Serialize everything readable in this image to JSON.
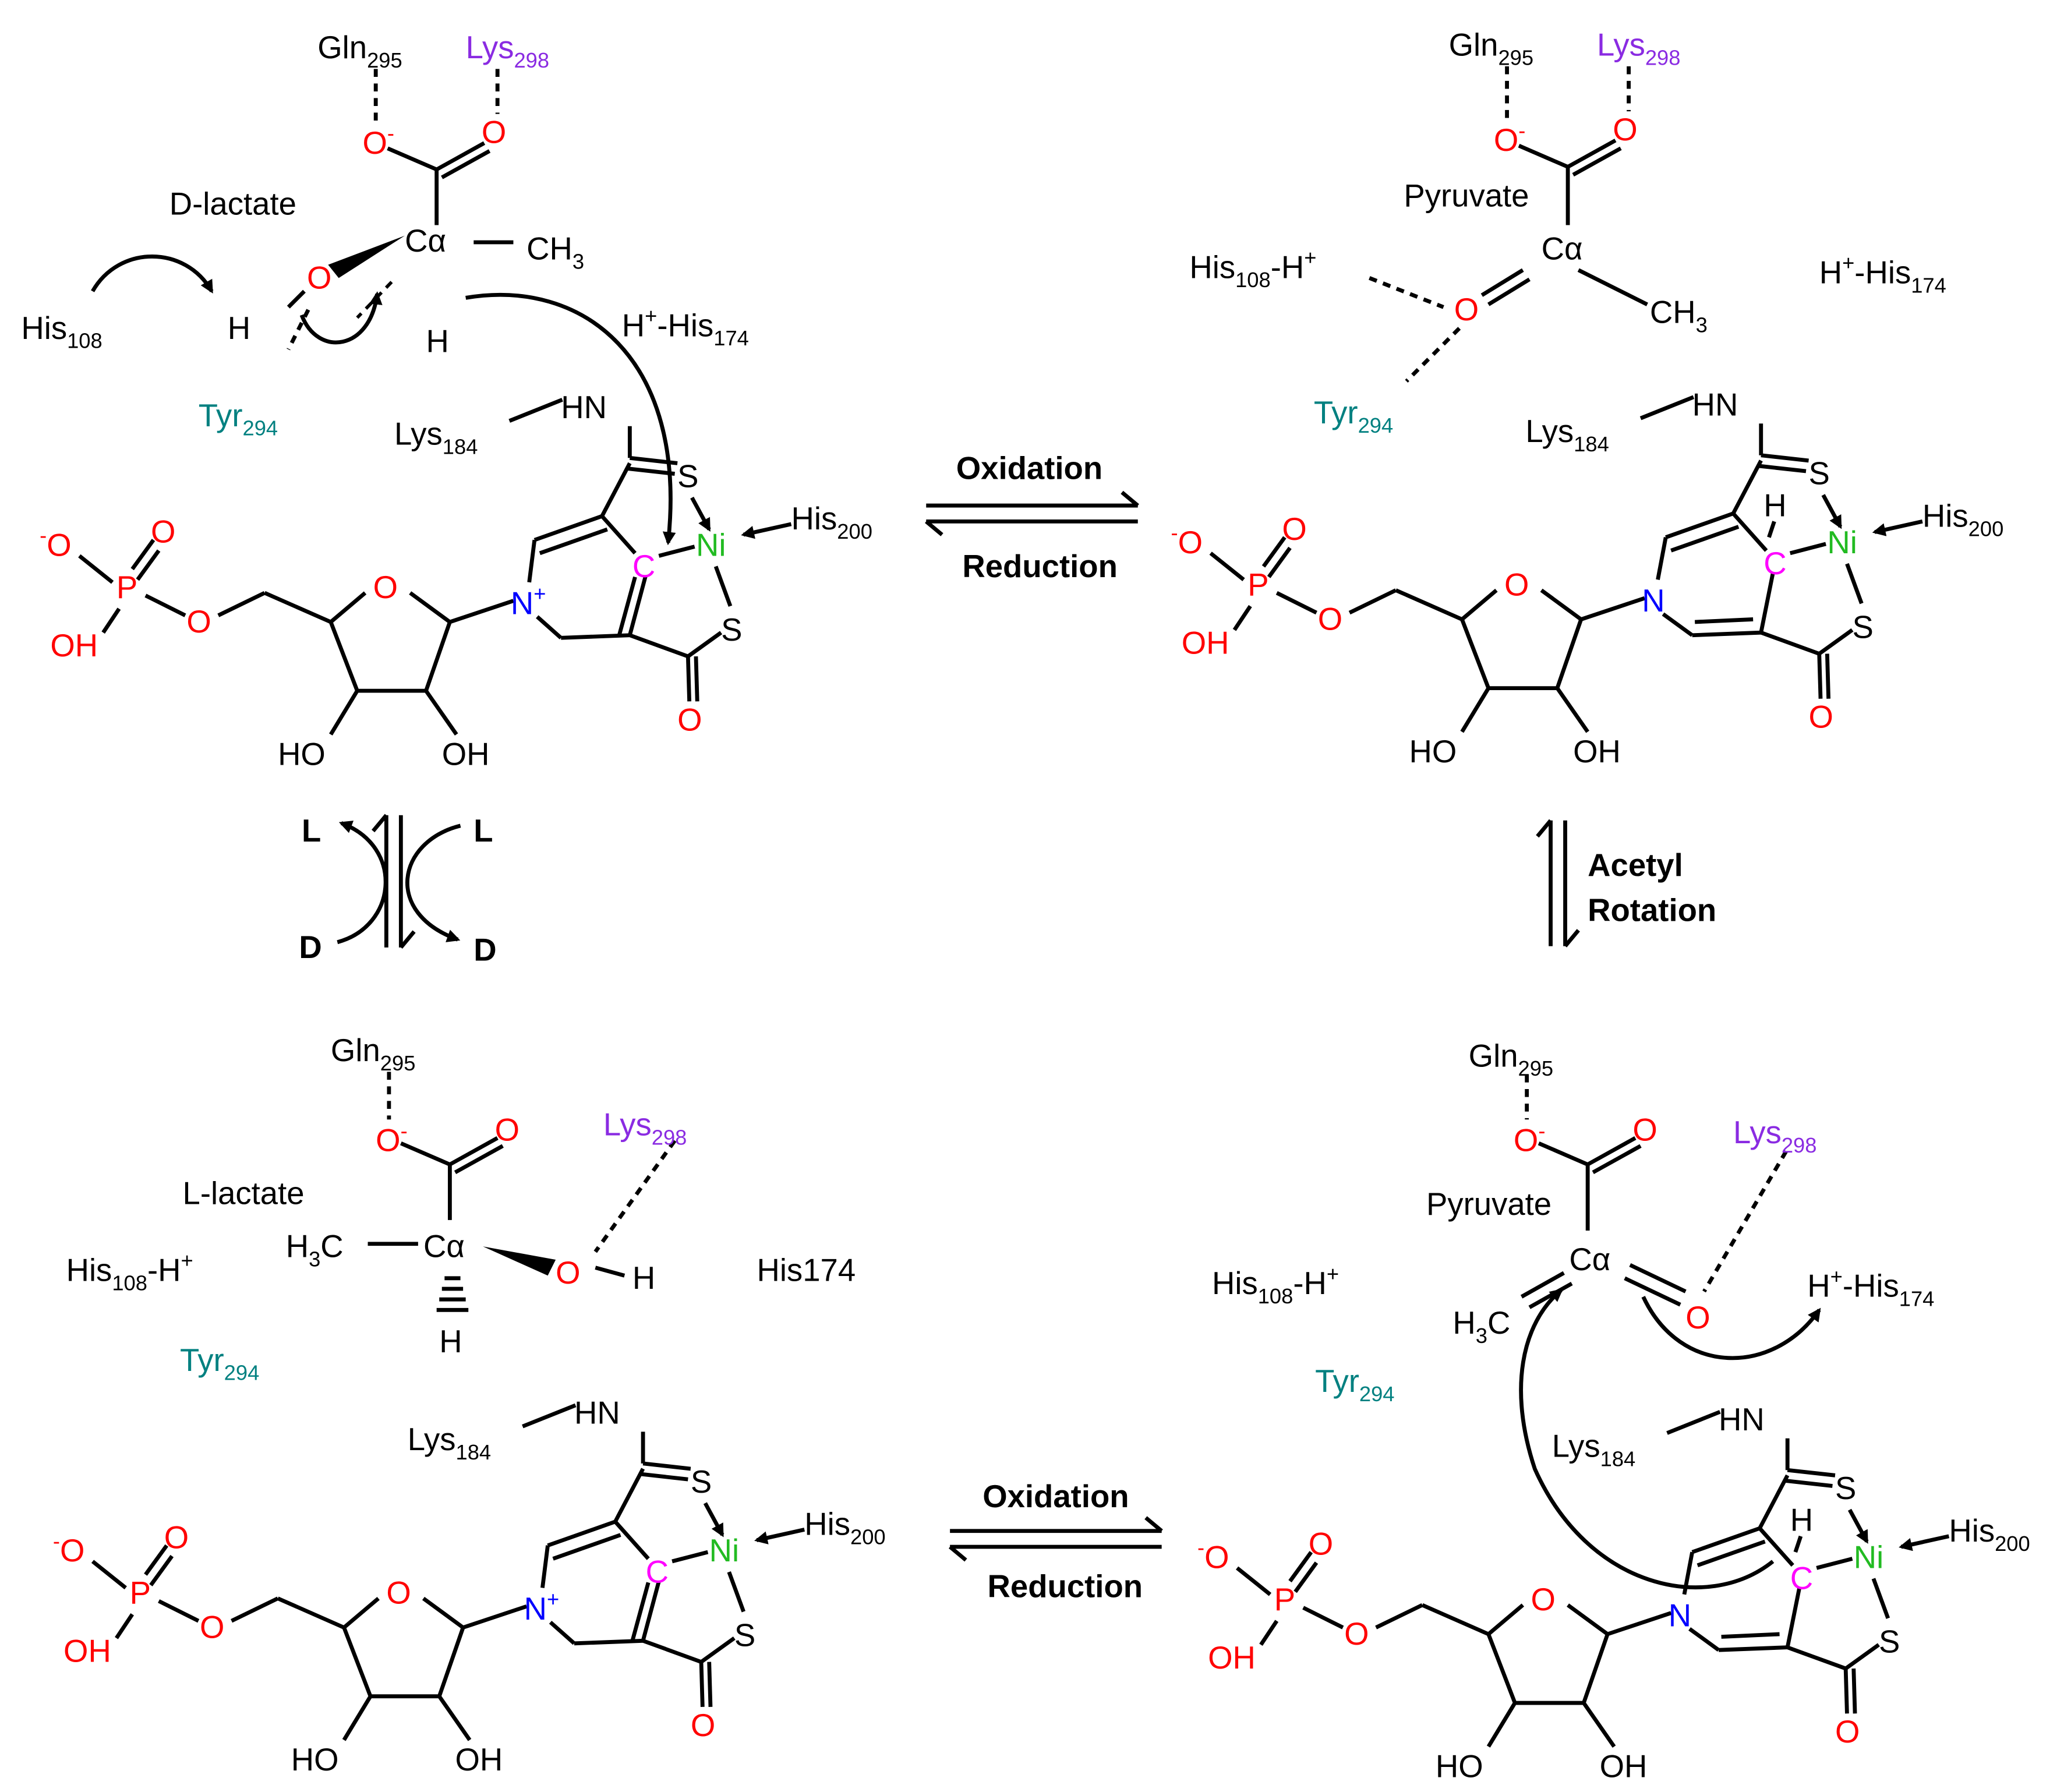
{
  "colors": {
    "bond": "#000000",
    "oxygen": "#ff0000",
    "nitrogen": "#0000ff",
    "nickel": "#22bb22",
    "carbanion": "#ff00ff",
    "tyrosine": "#008080",
    "lysine298": "#8a2be2"
  },
  "residues": {
    "gln295": {
      "main": "Gln",
      "sub": "295"
    },
    "lys298": {
      "main": "Lys",
      "sub": "298"
    },
    "his108": {
      "main": "His",
      "sub": "108"
    },
    "his108_h": {
      "main": "His",
      "sub": "108",
      "tail": "-H",
      "sup": "+"
    },
    "h_his174": {
      "lead": "H",
      "sup": "+",
      "main": "-His",
      "sub": "174"
    },
    "his174_plain": "His174",
    "tyr294": {
      "main": "Tyr",
      "sub": "294"
    },
    "lys184": {
      "main": "Lys",
      "sub": "184"
    },
    "his200": {
      "main": "His",
      "sub": "200"
    }
  },
  "substrates": {
    "d_lactate": "D-lactate",
    "l_lactate": "L-lactate",
    "pyruvate": "Pyruvate",
    "c_alpha": "Cα",
    "ch3": {
      "main": "CH",
      "sub": "3"
    },
    "h3c": {
      "lead": "H",
      "sub": "3",
      "main": "C"
    }
  },
  "atoms": {
    "o": "O",
    "o_minus": {
      "main": "O",
      "sup": "-"
    },
    "minus_o": {
      "sup": "-",
      "main": "O"
    },
    "h": "H",
    "hn": "HN",
    "s": "S",
    "ni": "Ni",
    "c": "C",
    "n": "N",
    "n_plus": {
      "main": "N",
      "sup": "+"
    },
    "p": "P",
    "oh": "OH",
    "ho": "HO"
  },
  "transitions": {
    "oxidation": "Oxidation",
    "reduction": "Reduction",
    "acetyl_rotation_line1": "Acetyl",
    "acetyl_rotation_line2": "Rotation",
    "l": "L",
    "d": "D"
  }
}
